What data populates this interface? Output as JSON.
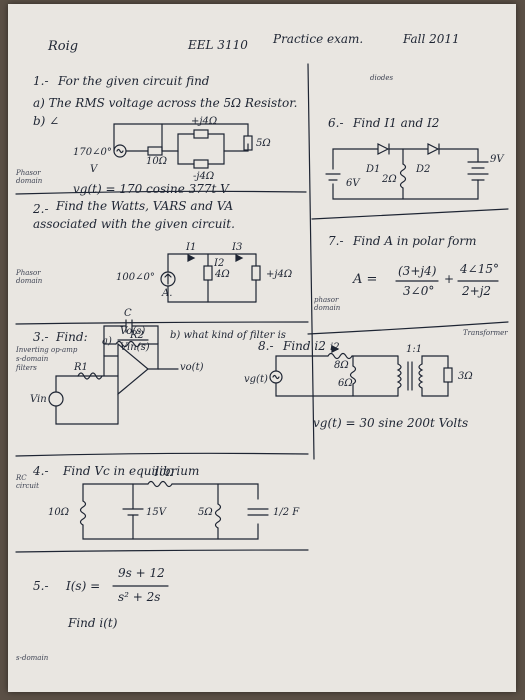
{
  "header": {
    "name": "Roig",
    "course": "EEL 3110",
    "exam": "Practice exam.",
    "term": "Fall 2011"
  },
  "p1": {
    "number": "1.-",
    "line1": "For the given circuit find",
    "line2": "a) The RMS voltage across the 5Ω Resistor.",
    "line3": "b) ∠",
    "src": "170∠0°",
    "src_v": "V",
    "r10": "10Ω",
    "j4": "+j4Ω",
    "mj4": "-j4Ω",
    "r5": "5Ω",
    "eq": "vg(t) = 170 cosine 377t  V",
    "side": "Phasor domain"
  },
  "p2": {
    "number": "2.-",
    "line1": "Find the Watts, VARS and VA",
    "line2": "associated with the given circuit.",
    "src": "100∠0°",
    "src_a": "A.",
    "i1": "I1",
    "i2": "I2",
    "i3": "I3",
    "r4": "4Ω",
    "j4": "+j4Ω",
    "side": "Phasor domain"
  },
  "p3": {
    "number": "3.-",
    "find": "Find:",
    "a": "a)",
    "frac_num": "Vo(s)",
    "frac_den": "Vin(s)",
    "b": "b) what kind of filter is",
    "side1": "Inverting op-amp",
    "side2": "s-domain",
    "side3": "filters",
    "r1": "R1",
    "r2": "R2",
    "c": "C",
    "vin": "Vin",
    "vo": "vo(t)"
  },
  "p4": {
    "number": "4.-",
    "title": "Find Vc in equilibrium",
    "r10top": "10Ω",
    "r10left": "10Ω",
    "v15": "15V",
    "r5": "5Ω",
    "cap": "1/2 F",
    "side": "RC circuit"
  },
  "p5": {
    "number": "5.-",
    "lhs": "I(s) =",
    "num": "9s + 12",
    "den": "s² + 2s",
    "find": "Find i(t)",
    "side": "s-domain"
  },
  "p6": {
    "number": "6.-",
    "title": "Find I1 and I2",
    "side": "diodes",
    "v6": "6V",
    "v9": "9V",
    "d1": "D1",
    "d2": "D2",
    "r2": "2Ω"
  },
  "p7": {
    "number": "7.-",
    "title": "Find A in polar form",
    "lhs": "A =",
    "t1num": "(3+j4)",
    "t1den": "3∠0°",
    "plus": "+",
    "t2num": "4∠15°",
    "t2den": "2+j2"
  },
  "p8": {
    "number": "8.-",
    "title": "Find i2",
    "side1": "phasor domain",
    "side2": "Transformer",
    "ratio": "1:1",
    "r8": "8Ω",
    "r6": "6Ω",
    "r3": "3Ω",
    "i2": "i2",
    "vg": "vg(t)",
    "eq": "vg(t) = 30 sine 200t  Volts"
  }
}
